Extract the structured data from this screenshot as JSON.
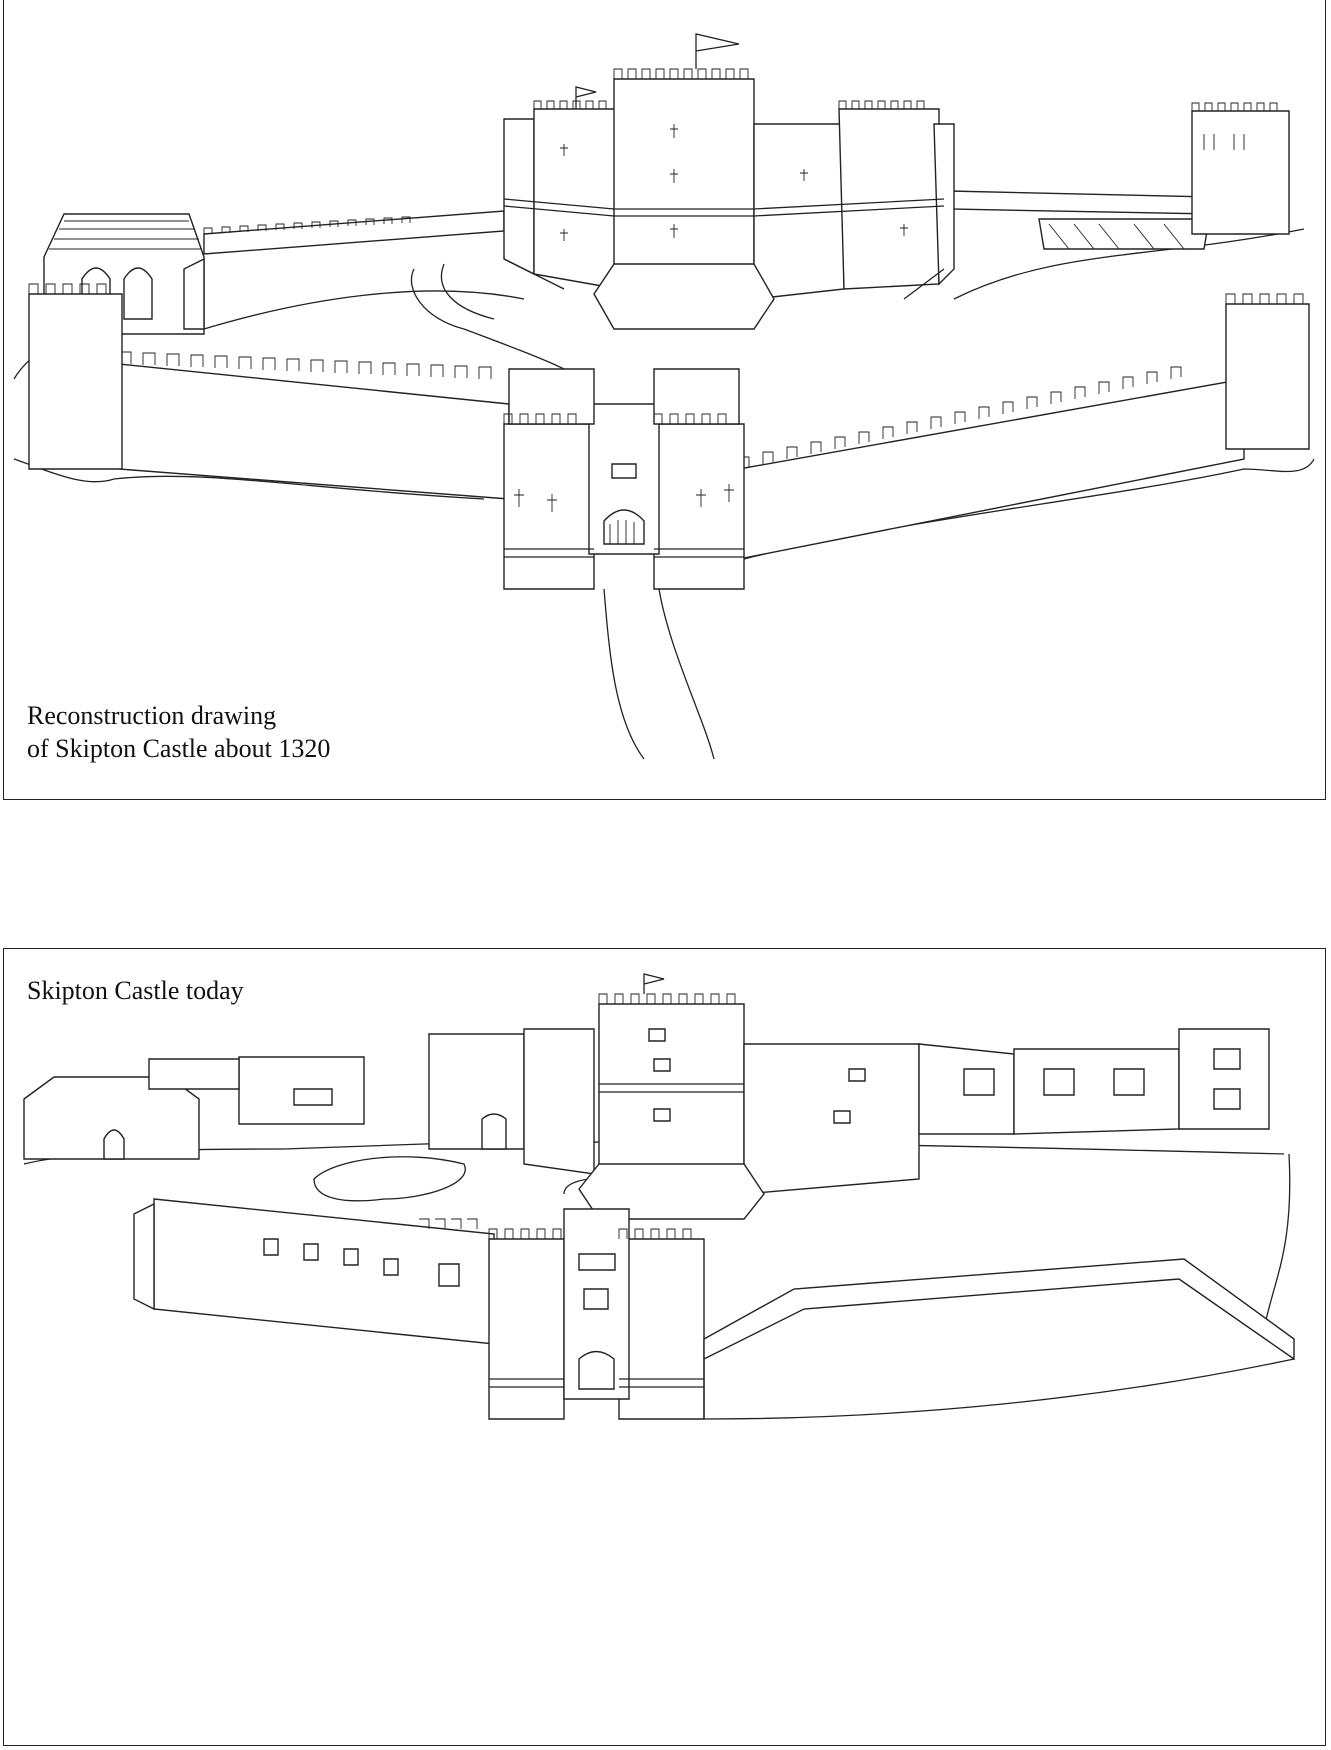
{
  "panels": {
    "top": {
      "caption_line1": "Reconstruction drawing",
      "caption_line2": "of Skipton Castle about 1320"
    },
    "bottom": {
      "caption": "Skipton Castle today"
    }
  },
  "colors": {
    "ink": "#222222",
    "paper": "#ffffff"
  }
}
